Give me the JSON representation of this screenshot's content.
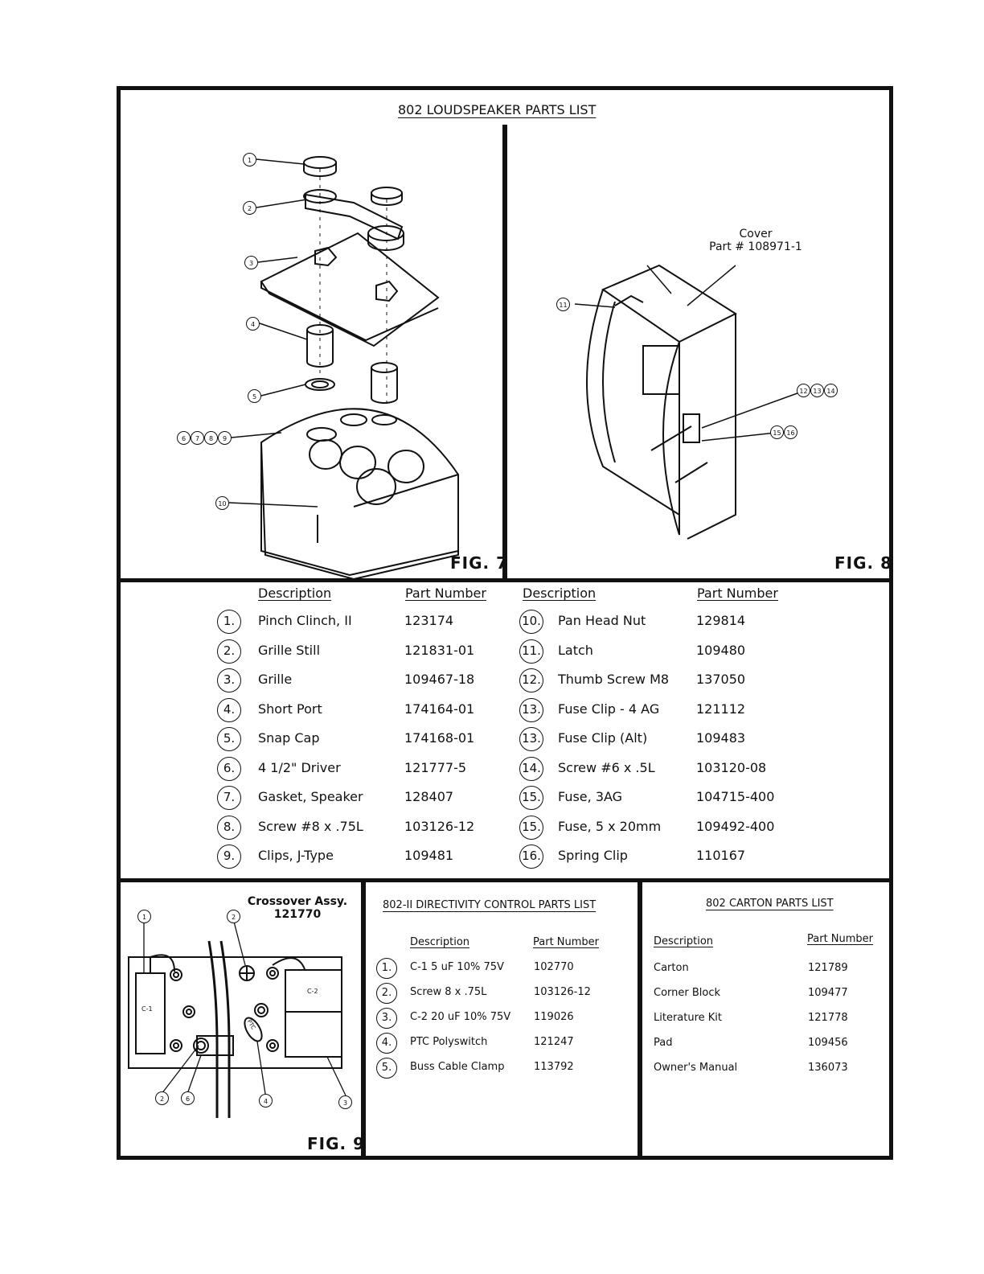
{
  "main_title": "802 LOUDSPEAKER PARTS LIST",
  "fig7": {
    "label": "FIG. 7",
    "callouts": [
      "1",
      "2",
      "3",
      "4",
      "5",
      "6",
      "7",
      "8",
      "9",
      "10"
    ]
  },
  "fig8": {
    "label": "FIG. 8",
    "cover_line1": "Cover",
    "cover_line2": "Part # 108971-1",
    "callouts": [
      "11",
      "12",
      "13",
      "14",
      "15",
      "16"
    ]
  },
  "fig9": {
    "label": "FIG. 9",
    "title_line1": "Crossover Assy.",
    "title_line2": "121770",
    "callouts": [
      "1",
      "2",
      "2",
      "6",
      "4",
      "3"
    ],
    "c1": "C-1",
    "c2": "C-2",
    "ptc": "PTC"
  },
  "parts": {
    "headers": {
      "description": "Description",
      "part_number": "Part Number"
    },
    "left": [
      {
        "num": "1.",
        "desc": "Pinch Clinch, II",
        "pn": "123174"
      },
      {
        "num": "2.",
        "desc": "Grille Still",
        "pn": "121831-01"
      },
      {
        "num": "3.",
        "desc": "Grille",
        "pn": "109467-18"
      },
      {
        "num": "4.",
        "desc": "Short Port",
        "pn": "174164-01"
      },
      {
        "num": "5.",
        "desc": "Snap Cap",
        "pn": "174168-01"
      },
      {
        "num": "6.",
        "desc": "4 1/2\" Driver",
        "pn": "121777-5"
      },
      {
        "num": "7.",
        "desc": "Gasket, Speaker",
        "pn": "128407"
      },
      {
        "num": "8.",
        "desc": "Screw #8 x .75L",
        "pn": "103126-12"
      },
      {
        "num": "9.",
        "desc": "Clips, J-Type",
        "pn": "109481"
      }
    ],
    "right": [
      {
        "num": "10.",
        "desc": "Pan Head Nut",
        "pn": "129814"
      },
      {
        "num": "11.",
        "desc": "Latch",
        "pn": "109480"
      },
      {
        "num": "12.",
        "desc": "Thumb Screw M8",
        "pn": "137050"
      },
      {
        "num": "13.",
        "desc": "Fuse Clip - 4 AG",
        "pn": "121112"
      },
      {
        "num": "13.",
        "desc": "Fuse Clip (Alt)",
        "pn": "109483"
      },
      {
        "num": "14.",
        "desc": "Screw #6 x .5L",
        "pn": "103120-08"
      },
      {
        "num": "15.",
        "desc": "Fuse, 3AG",
        "pn": "104715-400"
      },
      {
        "num": "15.",
        "desc": "Fuse, 5 x 20mm",
        "pn": "109492-400"
      },
      {
        "num": "16.",
        "desc": "Spring Clip",
        "pn": "110167"
      }
    ]
  },
  "directivity": {
    "title": "802-II DIRECTIVITY CONTROL PARTS LIST",
    "headers": {
      "description": "Description",
      "part_number": "Part Number"
    },
    "rows": [
      {
        "num": "1.",
        "desc": "C-1  5 uF  10%  75V",
        "pn": "102770"
      },
      {
        "num": "2.",
        "desc": "Screw  8 x .75L",
        "pn": "103126-12"
      },
      {
        "num": "3.",
        "desc": "C-2  20 uF  10%  75V",
        "pn": "119026"
      },
      {
        "num": "4.",
        "desc": "PTC  Polyswitch",
        "pn": "121247"
      },
      {
        "num": "5.",
        "desc": "Buss Cable Clamp",
        "pn": "113792"
      }
    ]
  },
  "carton": {
    "title": "802 CARTON PARTS LIST",
    "headers": {
      "description": "Description",
      "part_number": "Part Number"
    },
    "rows": [
      {
        "desc": "Carton",
        "pn": "121789"
      },
      {
        "desc": "Corner Block",
        "pn": "109477"
      },
      {
        "desc": "Literature Kit",
        "pn": "121778"
      },
      {
        "desc": "Pad",
        "pn": "109456"
      },
      {
        "desc": "Owner's Manual",
        "pn": "136073"
      }
    ]
  }
}
